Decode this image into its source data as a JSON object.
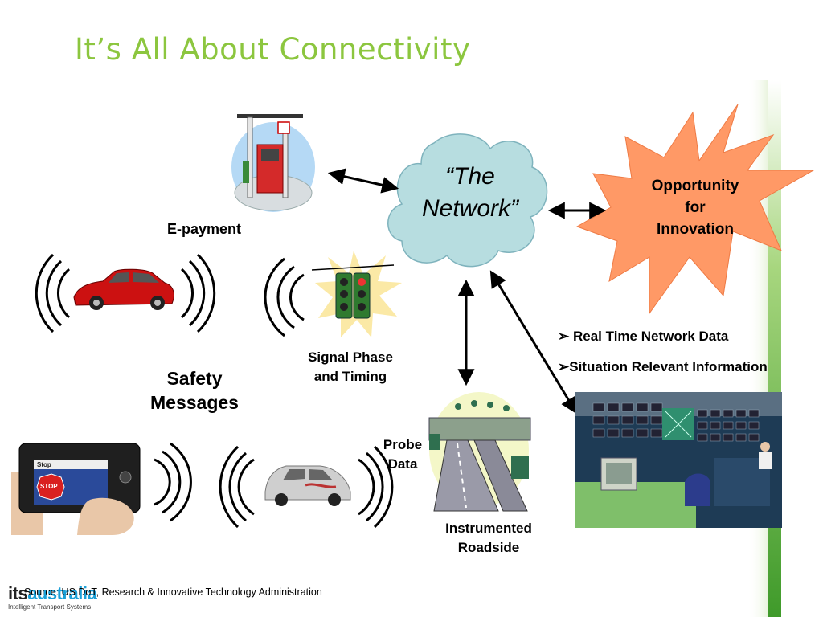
{
  "slide": {
    "title": "It’s All About Connectivity",
    "network_label_line1": "“The",
    "network_label_line2": "Network”",
    "opportunity_line1": "Opportunity",
    "opportunity_line2": "for",
    "opportunity_line3": "Innovation",
    "epayment": "E-payment",
    "signal_line1": "Signal Phase",
    "signal_line2": "and Timing",
    "safety_line1": "Safety",
    "safety_line2": "Messages",
    "probe_line1": "Probe",
    "probe_line2": "Data",
    "roadside_line1": "Instrumented",
    "roadside_line2": "Roadside",
    "bullets": [
      "Real Time Network Data",
      "Situation Relevant Information"
    ],
    "bullet_symbol": "➢",
    "source": "Source: US DoT, Research & Innovative Technology Administration",
    "logo_its": "its",
    "logo_australia": "australia",
    "logo_tagline": "Intelligent Transport Systems",
    "phone_screen_text": "Stop",
    "phone_stop_sign": "STOP"
  },
  "colors": {
    "title": "#8cc63f",
    "cloud_fill": "#b7dde0",
    "cloud_stroke": "#7fb3bd",
    "starburst_fill": "#ff9966",
    "green_bar": "#5aa832",
    "car_red": "#cc1111"
  }
}
